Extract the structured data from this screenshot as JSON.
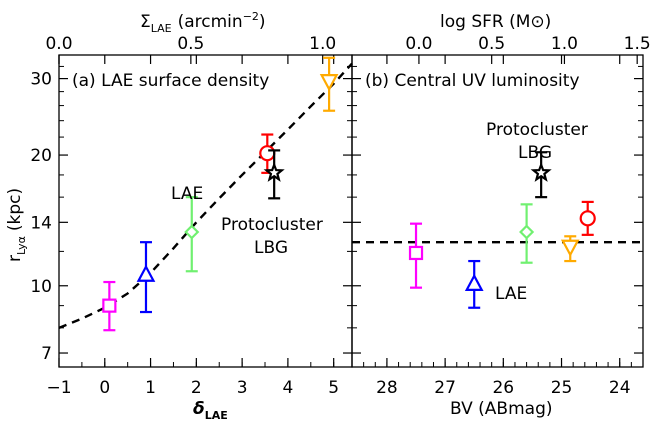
{
  "chart_data": [
    {
      "type": "scatter",
      "panel_label": "(a) LAE surface density",
      "xlabel": "δ_LAE",
      "xlabel_main": "δ",
      "xlabel_sub": "LAE",
      "ylabel": "r_Lyα (kpc)",
      "ylabel_main": "r",
      "ylabel_sub": "Lyα",
      "ylabel_unit": "(kpc)",
      "xlim": [
        -1,
        5.4
      ],
      "ylim": [
        6.5,
        34
      ],
      "yscale": "log",
      "x_ticks": [
        "−1",
        "0",
        "1",
        "2",
        "3",
        "4",
        "5"
      ],
      "x_tick_values": [
        -1,
        0,
        1,
        2,
        3,
        4,
        5
      ],
      "y_ticks": [
        "7",
        "10",
        "14",
        "20",
        "30"
      ],
      "y_tick_values": [
        7,
        10,
        14,
        20,
        30
      ],
      "top_axis": {
        "label": "Σ_LAE (arcmin^-2)",
        "label_main": "Σ",
        "label_sub": "LAE",
        "label_unit": "(arcmin",
        "label_sup": "−2",
        "label_close": ")",
        "ticks": [
          "0.0",
          "0.5",
          "1.0"
        ],
        "tick_positions_in_x": [
          -1.0,
          1.88,
          4.76
        ]
      },
      "series": [
        {
          "x": 0.1,
          "y": 9.0,
          "yerr_low": 7.9,
          "yerr_high": 10.2,
          "marker": "square",
          "color": "#ff00ff"
        },
        {
          "x": 0.9,
          "y": 10.6,
          "yerr_low": 8.7,
          "yerr_high": 12.6,
          "marker": "triangle-up",
          "color": "#0000ff"
        },
        {
          "x": 1.9,
          "y": 13.3,
          "yerr_low": 10.8,
          "yerr_high": 16.0,
          "marker": "diamond",
          "color": "#70f070"
        },
        {
          "x": 3.55,
          "y": 20.2,
          "yerr_low": 18.2,
          "yerr_high": 22.3,
          "marker": "circle",
          "color": "#ff0000"
        },
        {
          "x": 3.7,
          "y": 18.2,
          "yerr_low": 15.9,
          "yerr_high": 20.5,
          "marker": "star",
          "color": "#000000"
        },
        {
          "x": 4.9,
          "y": 29.6,
          "yerr_low": 25.3,
          "yerr_high": 33.5,
          "marker": "triangle-down",
          "color": "#ffaa00"
        }
      ],
      "fit_curve": {
        "style": "dashed",
        "x": [
          -1.0,
          -0.5,
          0.0,
          0.5,
          1.0,
          1.5,
          2.0,
          2.5,
          3.0,
          3.5,
          4.0,
          4.5,
          5.0,
          5.4
        ],
        "y": [
          8.0,
          8.4,
          8.9,
          9.6,
          10.7,
          12.2,
          14.0,
          15.9,
          18.0,
          20.3,
          22.9,
          25.9,
          29.2,
          32.5
        ]
      },
      "annotations": [
        {
          "text": "LAE",
          "near": "diamond"
        },
        {
          "text": "Protocluster",
          "near": "star"
        },
        {
          "text": "LBG",
          "near": "star"
        }
      ]
    },
    {
      "type": "scatter",
      "panel_label": "(b) Central UV luminosity",
      "xlabel": "BV (ABmag)",
      "xlim": [
        28.6,
        23.6
      ],
      "ylim": [
        6.5,
        34
      ],
      "yscale": "log",
      "x_ticks": [
        "28",
        "27",
        "26",
        "25",
        "24"
      ],
      "x_tick_values": [
        28,
        27,
        26,
        25,
        24
      ],
      "top_axis": {
        "label": "log SFR (M⊙)",
        "ticks": [
          "0.0",
          "0.5",
          "1.0",
          "1.5"
        ],
        "tick_positions_in_x": [
          27.45,
          26.2,
          24.95,
          23.7
        ]
      },
      "series": [
        {
          "x": 27.5,
          "y": 11.9,
          "yerr_low": 9.9,
          "yerr_high": 13.9,
          "marker": "square",
          "color": "#ff00ff"
        },
        {
          "x": 26.5,
          "y": 10.1,
          "yerr_low": 8.9,
          "yerr_high": 11.4,
          "marker": "triangle-up",
          "color": "#0000ff"
        },
        {
          "x": 25.6,
          "y": 13.3,
          "yerr_low": 11.3,
          "yerr_high": 15.4,
          "marker": "diamond",
          "color": "#70f070"
        },
        {
          "x": 24.55,
          "y": 14.3,
          "yerr_low": 13.1,
          "yerr_high": 15.6,
          "marker": "circle",
          "color": "#ff0000"
        },
        {
          "x": 25.35,
          "y": 18.2,
          "yerr_low": 16.0,
          "yerr_high": 20.3,
          "marker": "star",
          "color": "#000000"
        },
        {
          "x": 24.85,
          "y": 12.3,
          "yerr_low": 11.4,
          "yerr_high": 13.0,
          "marker": "triangle-down",
          "color": "#ffaa00"
        }
      ],
      "hline": {
        "y": 12.6,
        "style": "dashed"
      },
      "annotations": [
        {
          "text": "Protocluster",
          "near": "star"
        },
        {
          "text": "LBG",
          "near": "star"
        },
        {
          "text": "LAE",
          "near": "triangle-up"
        }
      ]
    }
  ]
}
